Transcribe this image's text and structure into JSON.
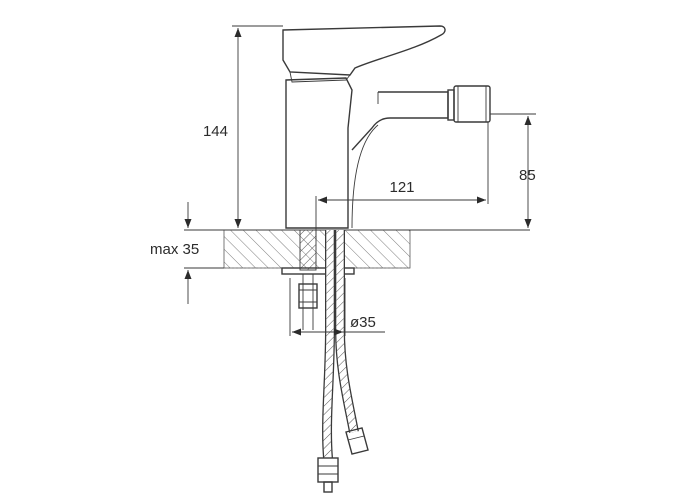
{
  "dimensions": {
    "height_total": "144",
    "spout_height": "85",
    "spout_reach": "121",
    "max_mount_thickness": "max 35",
    "hole_diameter": "ø35"
  },
  "colors": {
    "line": "#3a3a3a",
    "hatch": "#5a5a5a",
    "background": "#ffffff"
  }
}
